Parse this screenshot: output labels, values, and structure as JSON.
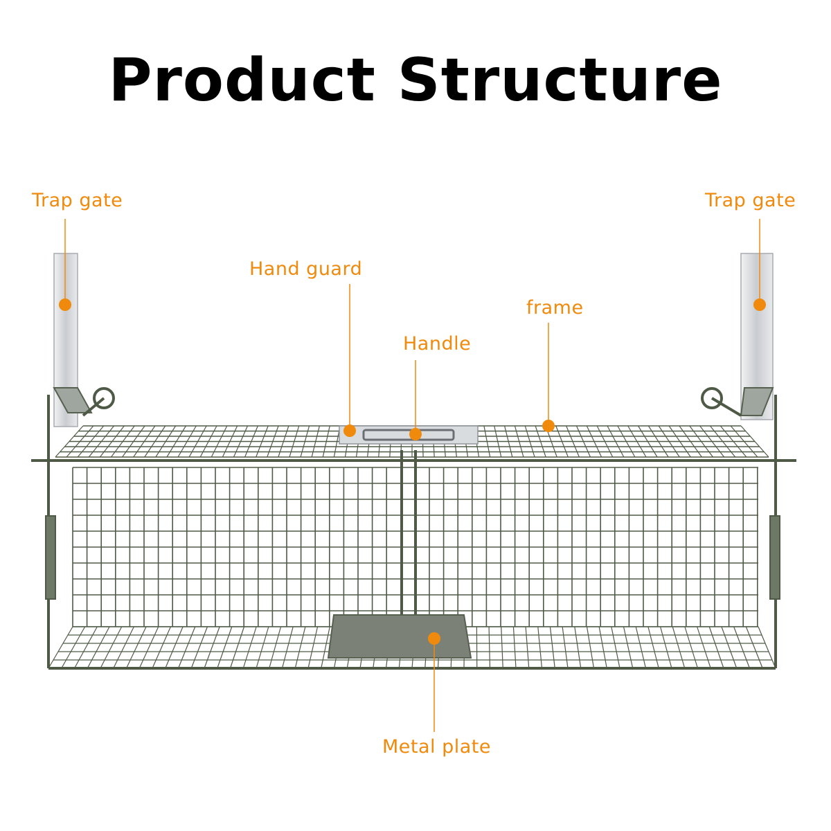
{
  "title": "Product Structure",
  "callout_color": "#F08A0C",
  "frame_color": "#4E5A46",
  "gate_color": "#D3D6D9",
  "callouts": [
    {
      "id": "trap-gate-left",
      "label": "Trap gate"
    },
    {
      "id": "trap-gate-right",
      "label": "Trap gate"
    },
    {
      "id": "hand-guard",
      "label": "Hand guard"
    },
    {
      "id": "handle",
      "label": "Handle"
    },
    {
      "id": "frame",
      "label": "frame"
    },
    {
      "id": "metal-plate",
      "label": "Metal plate"
    }
  ]
}
